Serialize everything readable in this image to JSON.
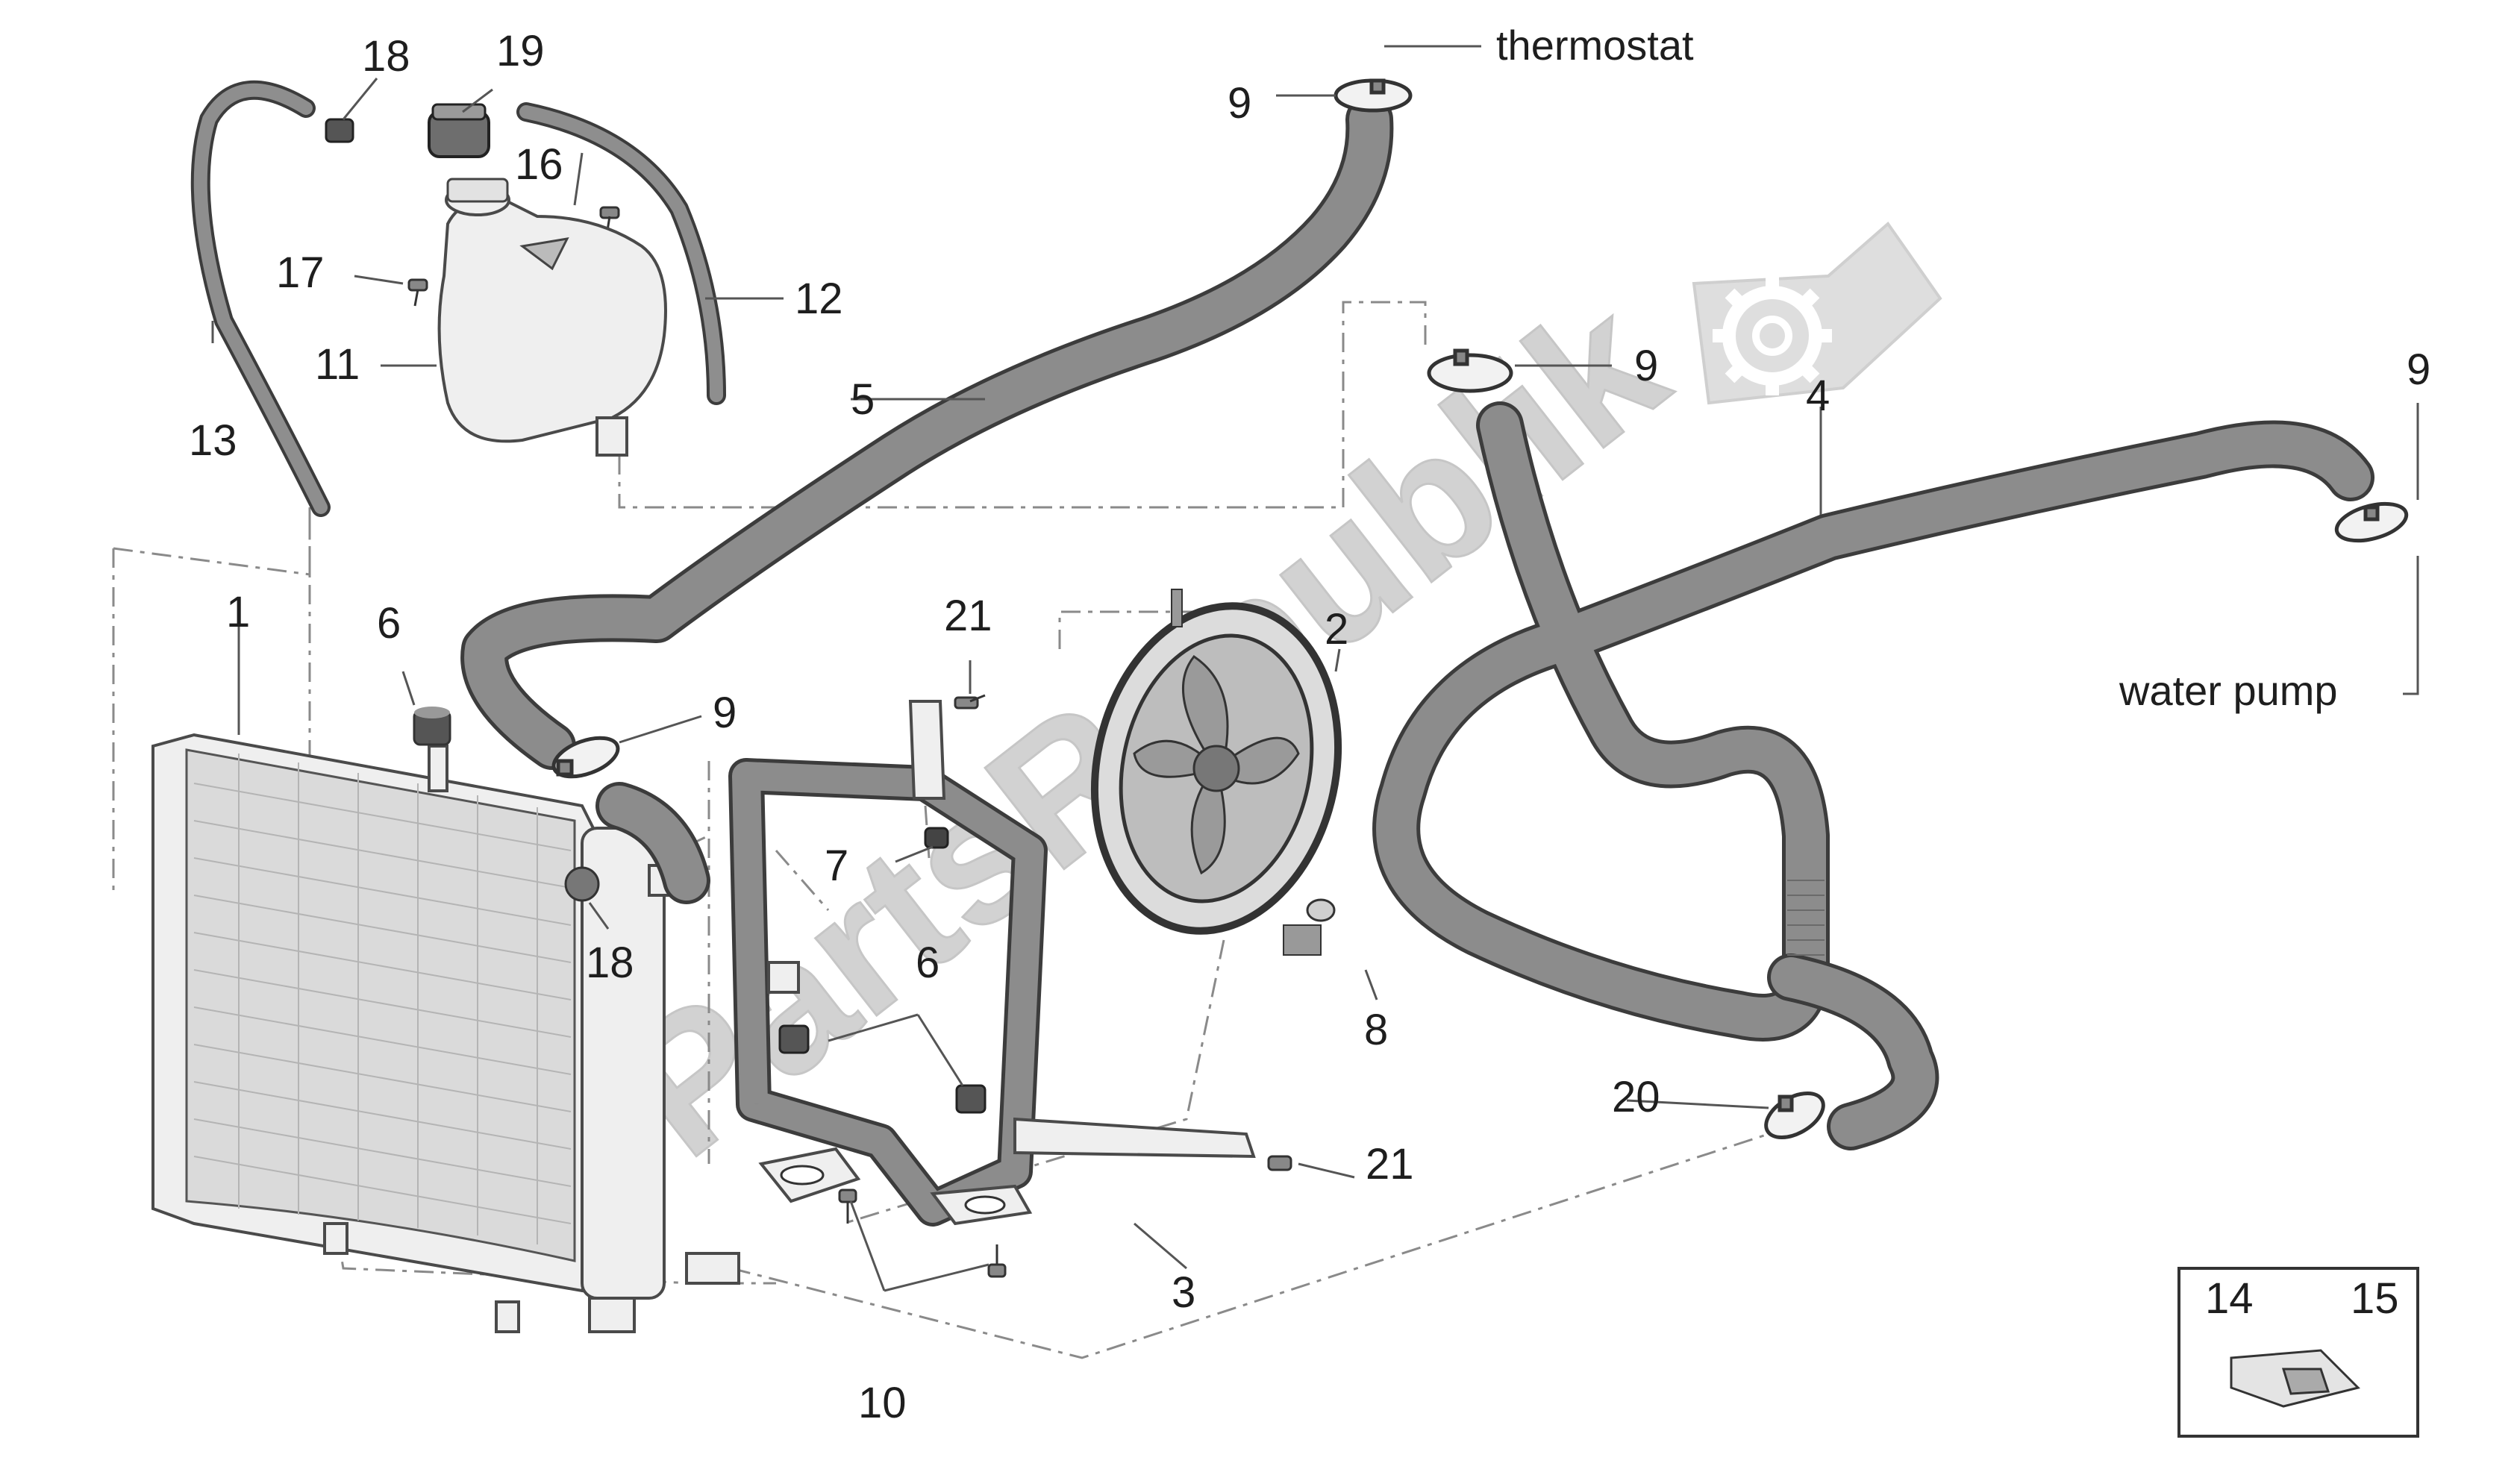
{
  "watermark": "PartsRepublik",
  "callouts": {
    "c1": "1",
    "c2": "2",
    "c3": "3",
    "c4": "4",
    "c5": "5",
    "c6a": "6",
    "c6b": "6",
    "c7": "7",
    "c8": "8",
    "c9a": "9",
    "c9b": "9",
    "c9c": "9",
    "c9d": "9",
    "c10": "10",
    "c11": "11",
    "c12": "12",
    "c13": "13",
    "c14": "14",
    "c15": "15",
    "c16": "16",
    "c17": "17",
    "c18a": "18",
    "c18b": "18",
    "c19": "19",
    "c20": "20",
    "c21a": "21",
    "c21b": "21"
  },
  "notes": {
    "thermostat": "thermostat",
    "water_pump": "water pump"
  },
  "colors": {
    "hose": "#8c8c8c",
    "outline": "#3c3c3c",
    "part_fill": "#efefef",
    "watermark": "#d2d2d2"
  },
  "icons": [
    "gear-icon",
    "flag-icon"
  ]
}
